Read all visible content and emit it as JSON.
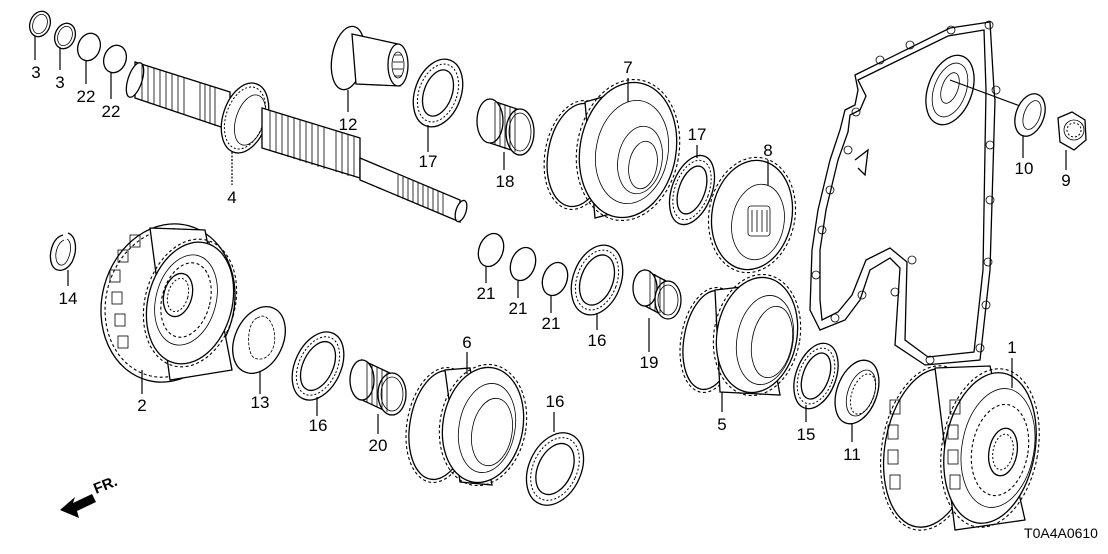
{
  "diagram": {
    "title": "Automatic transmission mainshaft exploded view",
    "figure_code": "T0A4A0610",
    "direction_indicator": "FR.",
    "callouts": [
      {
        "id": "c1",
        "number": "1",
        "part": "clutch-drum-assembly"
      },
      {
        "id": "c2",
        "number": "2",
        "part": "clutch-drum-assembly"
      },
      {
        "id": "c3a",
        "number": "3",
        "part": "seal-ring"
      },
      {
        "id": "c3b",
        "number": "3",
        "part": "seal-ring"
      },
      {
        "id": "c4",
        "number": "4",
        "part": "mainshaft"
      },
      {
        "id": "c5",
        "number": "5",
        "part": "helical-gear"
      },
      {
        "id": "c6",
        "number": "6",
        "part": "helical-gear"
      },
      {
        "id": "c7",
        "number": "7",
        "part": "helical-gear"
      },
      {
        "id": "c8",
        "number": "8",
        "part": "helical-gear"
      },
      {
        "id": "c9",
        "number": "9",
        "part": "lock-nut"
      },
      {
        "id": "c10",
        "number": "10",
        "part": "washer"
      },
      {
        "id": "c11",
        "number": "11",
        "part": "hub-collar"
      },
      {
        "id": "c12",
        "number": "12",
        "part": "thrust-washer"
      },
      {
        "id": "c13",
        "number": "13",
        "part": "thrust-washer-splined"
      },
      {
        "id": "c14",
        "number": "14",
        "part": "snap-ring"
      },
      {
        "id": "c15",
        "number": "15",
        "part": "thrust-needle-bearing"
      },
      {
        "id": "c16a",
        "number": "16",
        "part": "thrust-needle-bearing"
      },
      {
        "id": "c16b",
        "number": "16",
        "part": "thrust-needle-bearing"
      },
      {
        "id": "c16c",
        "number": "16",
        "part": "thrust-needle-bearing"
      },
      {
        "id": "c17a",
        "number": "17",
        "part": "thrust-needle-bearing"
      },
      {
        "id": "c17b",
        "number": "17",
        "part": "thrust-needle-bearing"
      },
      {
        "id": "c18",
        "number": "18",
        "part": "needle-bearing"
      },
      {
        "id": "c19",
        "number": "19",
        "part": "needle-bearing"
      },
      {
        "id": "c20",
        "number": "20",
        "part": "needle-bearing"
      },
      {
        "id": "c21a",
        "number": "21",
        "part": "o-ring"
      },
      {
        "id": "c21b",
        "number": "21",
        "part": "o-ring"
      },
      {
        "id": "c21c",
        "number": "21",
        "part": "o-ring"
      },
      {
        "id": "c22a",
        "number": "22",
        "part": "seal-ring"
      },
      {
        "id": "c22b",
        "number": "22",
        "part": "seal-ring"
      }
    ]
  }
}
